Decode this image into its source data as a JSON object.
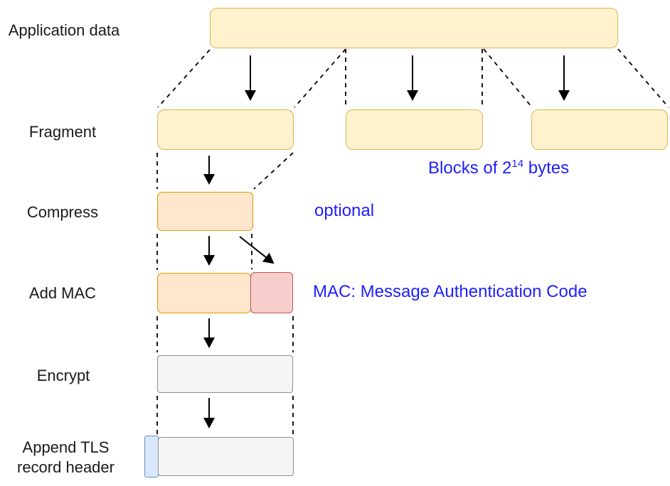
{
  "diagram": {
    "stage_labels": {
      "application_data": "Application data",
      "fragment": "Fragment",
      "compress": "Compress",
      "add_mac": "Add MAC",
      "encrypt": "Encrypt",
      "append_line1": "Append TLS",
      "append_line2": "record header"
    },
    "annotations": {
      "blocks_prefix": "Blocks of 2",
      "blocks_exponent": "14",
      "blocks_suffix": " bytes",
      "optional": "optional",
      "mac_note": "MAC: Message Authentication Code"
    }
  },
  "colors": {
    "yellow_fill": "#fff2cc",
    "yellow_stroke": "#d6b656",
    "orange_fill": "#ffe6cc",
    "orange_stroke": "#d79b00",
    "red_fill": "#f8cecc",
    "red_stroke": "#b85450",
    "gray_fill": "#f5f5f5",
    "gray_stroke": "#8f8f8f",
    "blue_fill": "#dae8fc",
    "blue_stroke": "#6c8ebf",
    "annotation_color": "#1f1fff",
    "connector_color": "#000000"
  }
}
